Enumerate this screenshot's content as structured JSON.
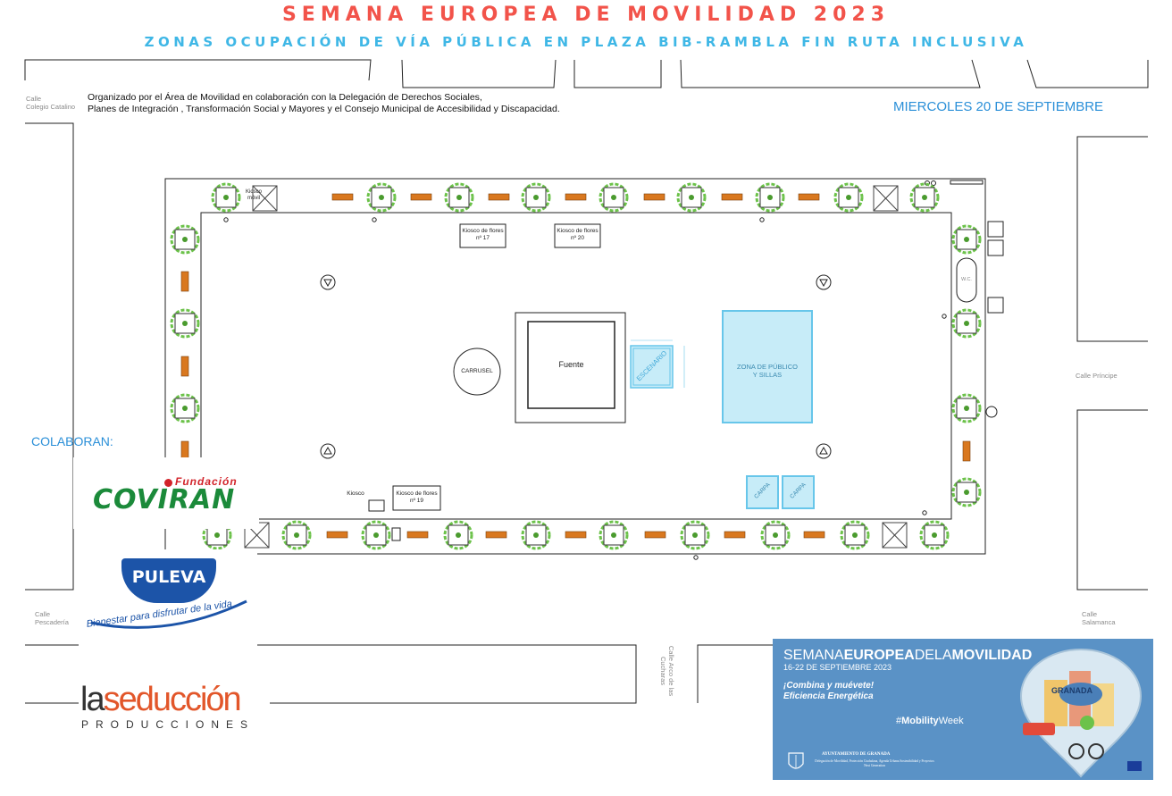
{
  "header": {
    "title": "SEMANA EUROPEA DE MOVILIDAD 2023",
    "subtitle": "ZONAS OCUPACIÓN DE VÍA PÚBLICA EN PLAZA BIB-RAMBLA FIN RUTA INCLUSIVA"
  },
  "organizer": {
    "line1": "Organizado por el Área de Movilidad en colaboración con la Delegación de Derechos Sociales,",
    "line2": "Planes de Integración , Transformación Social y Mayores y el Consejo Municipal de Accesibilidad y Discapacidad."
  },
  "date_label": "MIERCOLES 20 DE SEPTIEMBRE",
  "streets": {
    "colegio_1": "Calle",
    "colegio_2": "Colegio Catalino",
    "pescaderia_1": "Calle",
    "pescaderia_2": "Pescadería",
    "principe": "Calle Príncipe",
    "salamanca_1": "Calle",
    "salamanca_2": "Salamanca",
    "cucharas": "Calle Arco de las Cucharas"
  },
  "map": {
    "fuente": "Fuente",
    "carrusel": "CARRUSEL",
    "escenario": "ESCENARIO",
    "zona_publico_1": "ZONA DE PÚBLICO",
    "zona_publico_2": "Y SILLAS",
    "carpa": "CARPA",
    "kiosco_17_1": "Kiosco de flores",
    "kiosco_17_2": "nº 17",
    "kiosco_20_1": "Kiosco de flores",
    "kiosco_20_2": "nº 20",
    "kiosco_19_1": "Kiosco de flores",
    "kiosco_19_2": "nº 19",
    "kiosco_movil_1": "Kiosco",
    "kiosco_movil_2": "móvil",
    "kiosco": "Kiosco",
    "wc": "W.C."
  },
  "colaboran": "COLABORAN:",
  "sponsors": {
    "coviran_fund": "Fundación",
    "coviran": "COVIRAN",
    "puleva": "PULEVA",
    "puleva_tag": "Bienestar para disfrutar de la vida",
    "seduccion_a": "la",
    "seduccion_b": "seducción",
    "seduccion_prod": "PRODUCCIONES"
  },
  "banner": {
    "title_a": "SEMANA",
    "title_b": "EUROPEA",
    "title_c": "DELA",
    "title_d": "MOVILIDAD",
    "dates": "16-22 DE SEPTIEMBRE 2023",
    "slogan_1": "¡Combina y muévete!",
    "slogan_2": "Eficiencia Energética",
    "hashtag_a": "#",
    "hashtag_b": "Mobility",
    "hashtag_c": "Week",
    "city": "GRANADA",
    "ayto": "AYUNTAMIENTO DE GRANADA",
    "ayto_sub": "Delegación de Movilidad, Protección Ciudadana, Agenda Urbana Sostenibilidad y Proyectos Next Generation"
  },
  "colors": {
    "title": "#f2534a",
    "subtitle": "#3fb7e6",
    "date_label": "#2a8fd8",
    "zone_fill": "#c7ecf8",
    "zone_stroke": "#67c6ea",
    "bench": "#d9781f",
    "tree_ring": "#4a9b2e",
    "tree_leaf": "#6cc24a",
    "banner": "#5a92c6"
  }
}
